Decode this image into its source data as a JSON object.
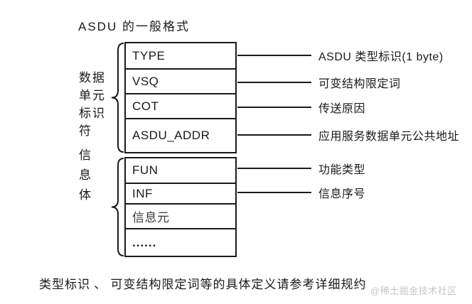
{
  "title": "ASDU 的一般格式",
  "diagram": {
    "left_groups": [
      {
        "name": "数据单元标识符",
        "lines": [
          "数据",
          "单元",
          "标识",
          "符"
        ]
      },
      {
        "name": "信息体",
        "lines": [
          "信",
          "息",
          "体"
        ]
      }
    ],
    "fields": [
      {
        "name": "TYPE",
        "desc": "ASDU 类型标识(1 byte)"
      },
      {
        "name": "VSQ",
        "desc": "可变结构限定词"
      },
      {
        "name": "COT",
        "desc": "传送原因"
      },
      {
        "name": "ASDU_ADDR",
        "desc": "应用服务数据单元公共地址"
      },
      {
        "name": "FUN",
        "desc": "功能类型"
      },
      {
        "name": "INF",
        "desc": "信息序号"
      },
      {
        "name": "信息元",
        "desc": ""
      },
      {
        "name": "......",
        "desc": ""
      }
    ]
  },
  "footnote": "类型标识 、 可变结构限定词等的具体定义请参考详细规约",
  "watermark": "@稀土掘金技术社区",
  "colors": {
    "ink": "#1a1a1a",
    "watermark_gray": "#c6c6c6",
    "background": "#ffffff"
  }
}
